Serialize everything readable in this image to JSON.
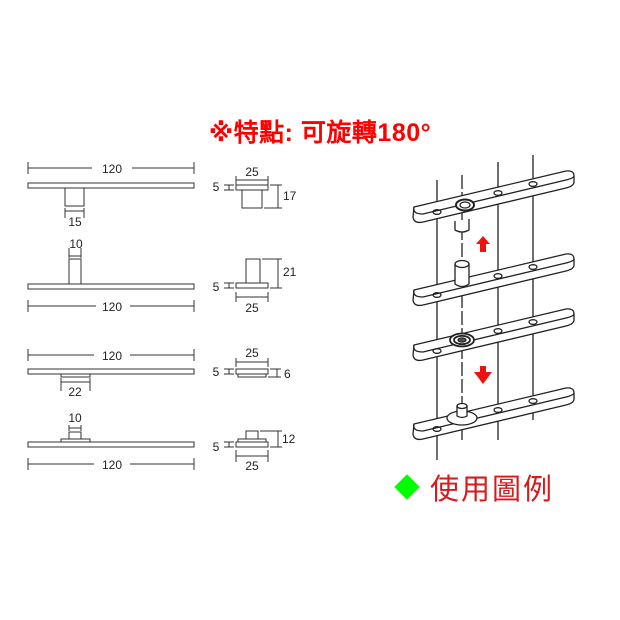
{
  "title": "※特點: 可旋轉180°",
  "colors": {
    "title": "#ff0000",
    "legend_text": "#d7191c",
    "legend_marker": "#00ff00",
    "line": "#333333",
    "arrow": "#ee1111"
  },
  "drawings": [
    {
      "side_view": {
        "width_label": "120",
        "pin_label": "15"
      },
      "end_view": {
        "width_label": "25",
        "plate_label": "5",
        "height_label": "17"
      }
    },
    {
      "side_view": {
        "width_label": "120",
        "pin_label": "10"
      },
      "end_view": {
        "width_label": "25",
        "plate_label": "5",
        "height_label": "21"
      }
    },
    {
      "side_view": {
        "width_label": "120",
        "pin_label": "22"
      },
      "end_view": {
        "width_label": "25",
        "plate_label": "5",
        "height_label": "6"
      }
    },
    {
      "side_view": {
        "width_label": "120",
        "pin_label": "10"
      },
      "end_view": {
        "width_label": "25",
        "plate_label": "5",
        "height_label": "12"
      }
    }
  ],
  "usage_illustration": {
    "plates": 4,
    "arrows": [
      "up-arrow",
      "down-arrow"
    ]
  },
  "legend": {
    "marker": "diamond",
    "label": "使用圖例"
  }
}
